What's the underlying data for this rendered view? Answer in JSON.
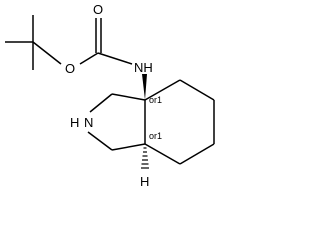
{
  "molecule": {
    "atoms": {
      "carbonyl_oxygen": "O",
      "ester_oxygen": "O",
      "carbamate_nitrogen": "NH",
      "ring_nitrogen": "N",
      "ring_nitrogen_hydrogen": "H",
      "ring_fusion_hydrogen": "H"
    },
    "stereo_labels": {
      "upper_fusion": "or1",
      "lower_fusion": "or1"
    }
  }
}
